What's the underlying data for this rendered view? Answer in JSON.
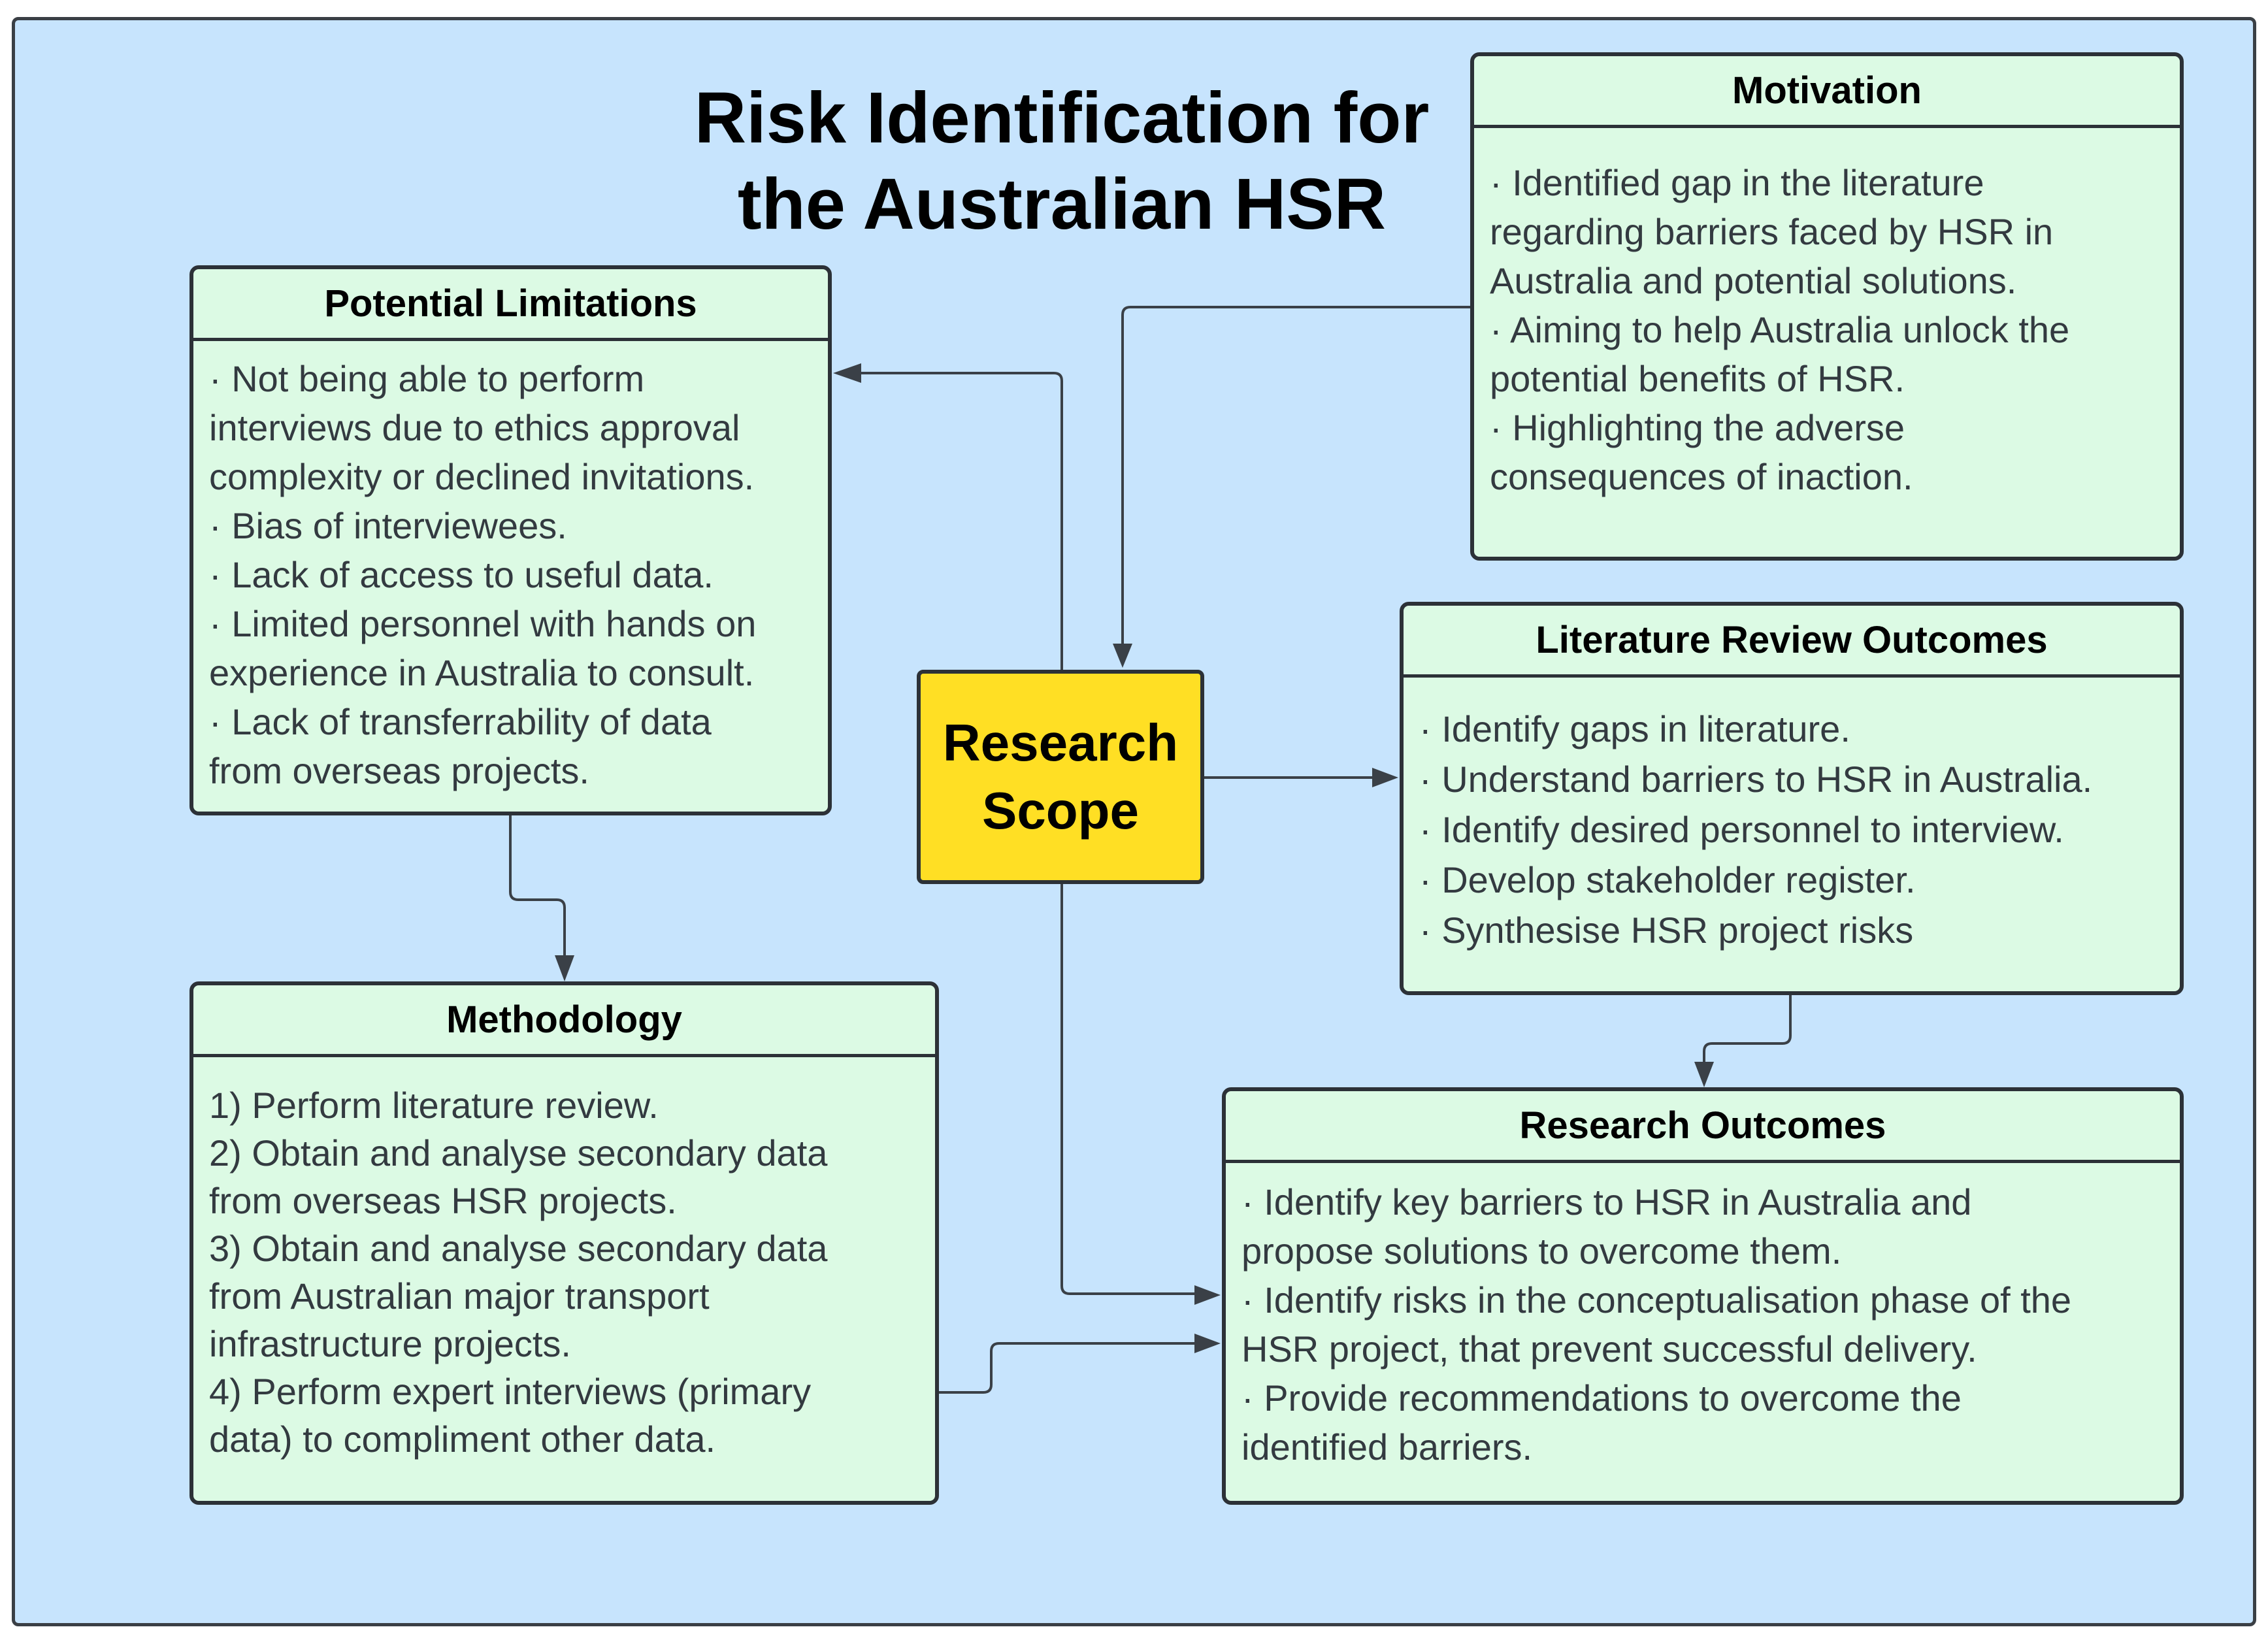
{
  "title": {
    "line1": "Risk Identification for",
    "line2": "the Australian HSR"
  },
  "center": {
    "line1": "Research",
    "line2": "Scope"
  },
  "motivation": {
    "header": "Motivation",
    "items": [
      "· Identified gap in the literature",
      "regarding barriers faced by HSR in",
      "Australia and potential solutions.",
      "· Aiming to help Australia unlock the",
      "potential benefits of HSR.",
      "· Highlighting the adverse",
      "consequences of inaction."
    ]
  },
  "limitations": {
    "header": "Potential Limitations",
    "items": [
      "· Not being able to perform",
      "interviews due to ethics approval",
      "complexity or declined invitations.",
      "· Bias of interviewees.",
      "· Lack of access to useful data.",
      "· Limited personnel with hands on",
      "experience in Australia to consult.",
      "· Lack of transferrability of data",
      "from overseas projects."
    ]
  },
  "literature": {
    "header": "Literature Review Outcomes",
    "items": [
      "· Identify gaps in literature.",
      "· Understand barriers to HSR in Australia.",
      "· Identify desired personnel to interview.",
      "· Develop stakeholder register.",
      "· Synthesise HSR project risks"
    ]
  },
  "methodology": {
    "header": "Methodology",
    "items": [
      "1) Perform literature review.",
      "2) Obtain and analyse secondary data",
      "from overseas HSR projects.",
      "3) Obtain and analyse secondary data",
      "from Australian major transport",
      "infrastructure projects.",
      "4) Perform expert interviews (primary",
      "data) to compliment other data."
    ]
  },
  "outcomes": {
    "header": "Research Outcomes",
    "items": [
      "· Identify key barriers to HSR in Australia and",
      "propose solutions to overcome them.",
      "· Identify risks in the conceptualisation phase of the",
      "HSR project, that prevent successful delivery.",
      "· Provide recommendations to overcome the",
      "identified barriers."
    ]
  },
  "colors": {
    "background": "#c7e4fd",
    "box_fill": "#dcfae4",
    "scope_fill": "#ffdf24",
    "stroke": "#2c3137"
  }
}
